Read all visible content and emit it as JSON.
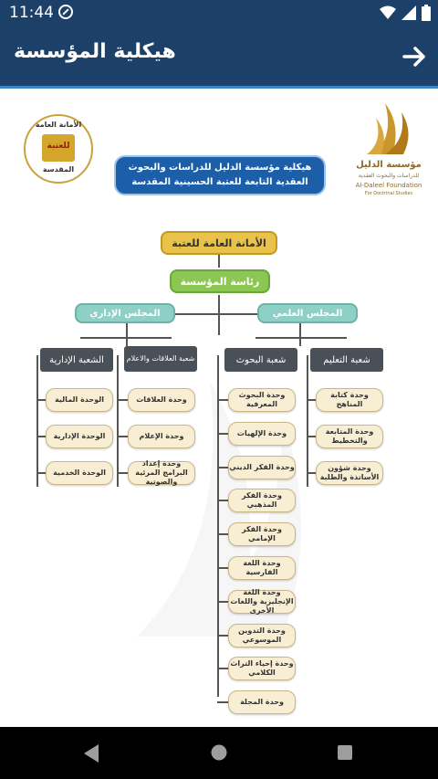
{
  "status": {
    "time": "11:44"
  },
  "appbar": {
    "title": "هيكلية المؤسسة"
  },
  "chart": {
    "logo_right_name": "مؤسسة الدليل",
    "logo_right_sub": "للدراسات والبحوث العقدية",
    "logo_right_en": "Al-Daleel Foundation",
    "logo_right_en2": "For Doctrinal Studies",
    "logo_left_text_top": "الأمانة العامة",
    "logo_left_text_mid": "للعتبة",
    "logo_left_text_bottom": "المقدسة",
    "banner": "هيكلية مؤسسة الدليل للدراسات والبحوث العقدية التابعة للعتبة الحسينية المقدسة",
    "secretariat": "الأمانة العامة للعتبة",
    "presidency": "رئاسة المؤسسة",
    "admin_council": "المجلس الإداري",
    "sci_council": "المجلس العلمي",
    "dept_admin": "الشعبة الإدارية",
    "dept_relations": "شعبة العلاقات والاعلام",
    "dept_research": "شعبة البحوث",
    "dept_education": "شعبة التعليم",
    "admin_units": [
      "الوحدة المالية",
      "الوحدة الإدارية",
      "الوحدة الخدمية"
    ],
    "relations_units": [
      "وحدة العلاقات",
      "وحدة الإعلام",
      "وحدة إعداد البرامج المرئية والصوتية"
    ],
    "research_units": [
      "وحدة البحوث المعرفية",
      "وحدة الإلهيات",
      "وحدة الفكر الديني",
      "وحدة الفكر المذهبي",
      "وحدة الفكر الإمامي",
      "وحدة اللغة الفارسية",
      "وحدة اللغة الإنجليزية واللغات الأخرى",
      "وحدة التدوين الموسوعي",
      "وحدة إحياء التراث الكلامي",
      "وحدة المجلة"
    ],
    "education_units": [
      "وحدة كتابة المناهج",
      "وحدة المتابعة والتخطيط",
      "وحدة شؤون الأساتذة والطلبة"
    ]
  }
}
